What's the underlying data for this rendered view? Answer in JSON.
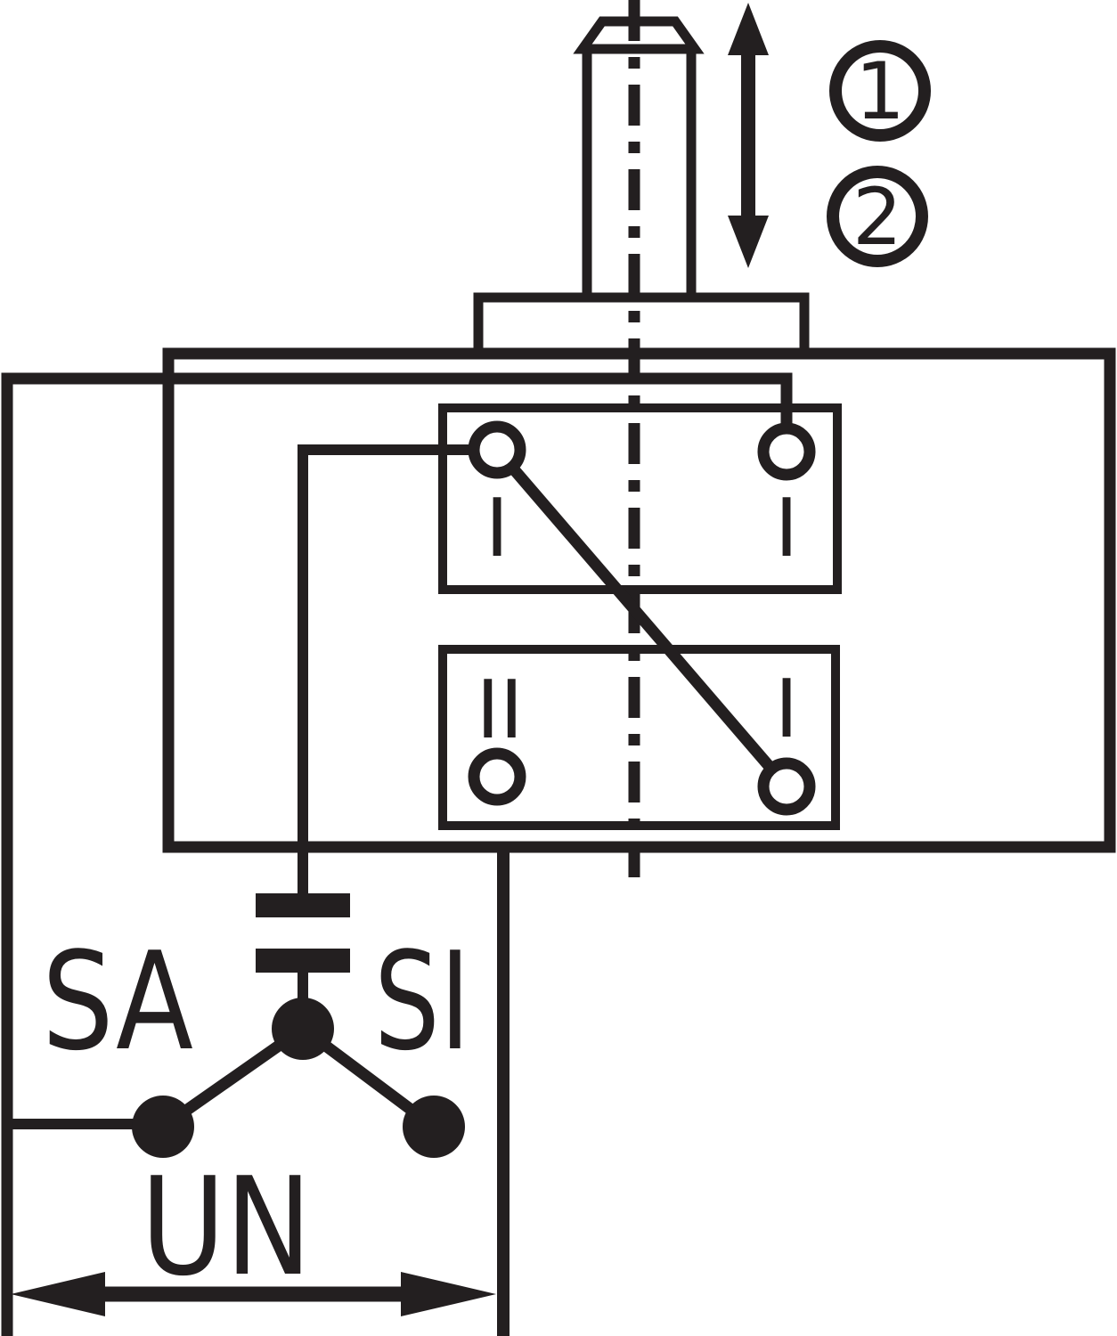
{
  "diagram": {
    "colors": {
      "ink": "#231f20",
      "background": "#ffffff"
    },
    "callouts": {
      "first": "1",
      "second": "2"
    },
    "contact_marks": {
      "top_block_left": "I",
      "top_block_right": "I",
      "bottom_block_left": "II",
      "bottom_block_right": "I"
    },
    "labels": {
      "switch_point": "SA",
      "reset_point": "SI",
      "travel_span": "UN"
    }
  }
}
